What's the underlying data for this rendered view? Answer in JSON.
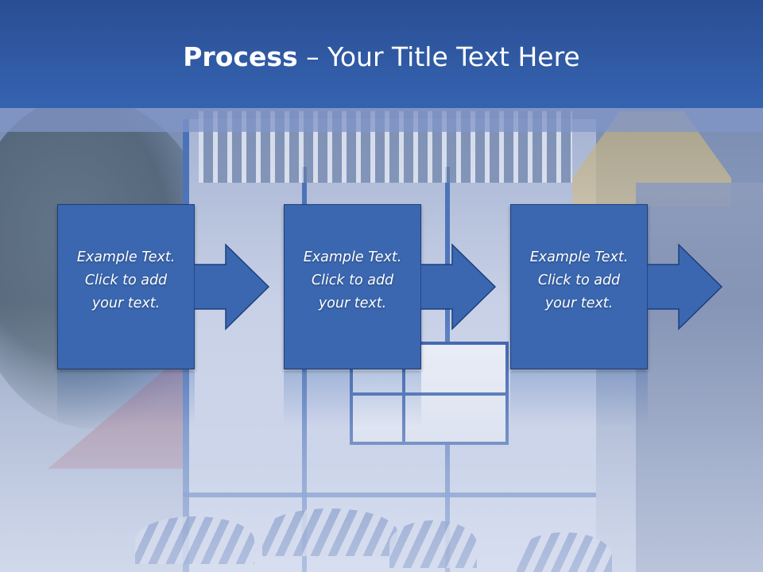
{
  "slide": {
    "title_strong": "Process",
    "title_rest": " – Your Title Text Here",
    "steps": [
      {
        "lines": [
          "Example Text.",
          "Click  to add",
          "your text."
        ]
      },
      {
        "lines": [
          "Example Text.",
          "Click  to add",
          "your text."
        ]
      },
      {
        "lines": [
          "Example Text.",
          "Click  to add",
          "your text."
        ]
      }
    ]
  },
  "colors": {
    "title_bar": "#3563b0",
    "step_fill": "#3a67b0",
    "step_border": "#1d3f7d",
    "text": "#ffffff"
  },
  "icons": [
    "right-arrow-icon"
  ]
}
